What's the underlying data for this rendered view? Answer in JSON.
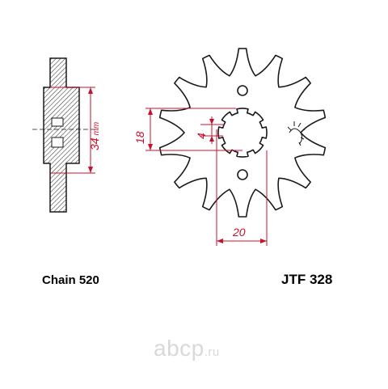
{
  "dimensions": {
    "side_width": "34",
    "side_width_unit": "mm",
    "bore_across_flats": "18",
    "spline_width": "4",
    "bore_diameter": "20"
  },
  "labels": {
    "chain": "Chain 520",
    "part_number": "JTF 328"
  },
  "watermark": {
    "main": "abcp",
    "suffix": ".ru"
  },
  "colors": {
    "outline": "#1a1a1a",
    "dimension": "#c8102e",
    "watermark": "#d9d9d9"
  },
  "sprocket": {
    "teeth": 14,
    "mount_holes": 2
  }
}
